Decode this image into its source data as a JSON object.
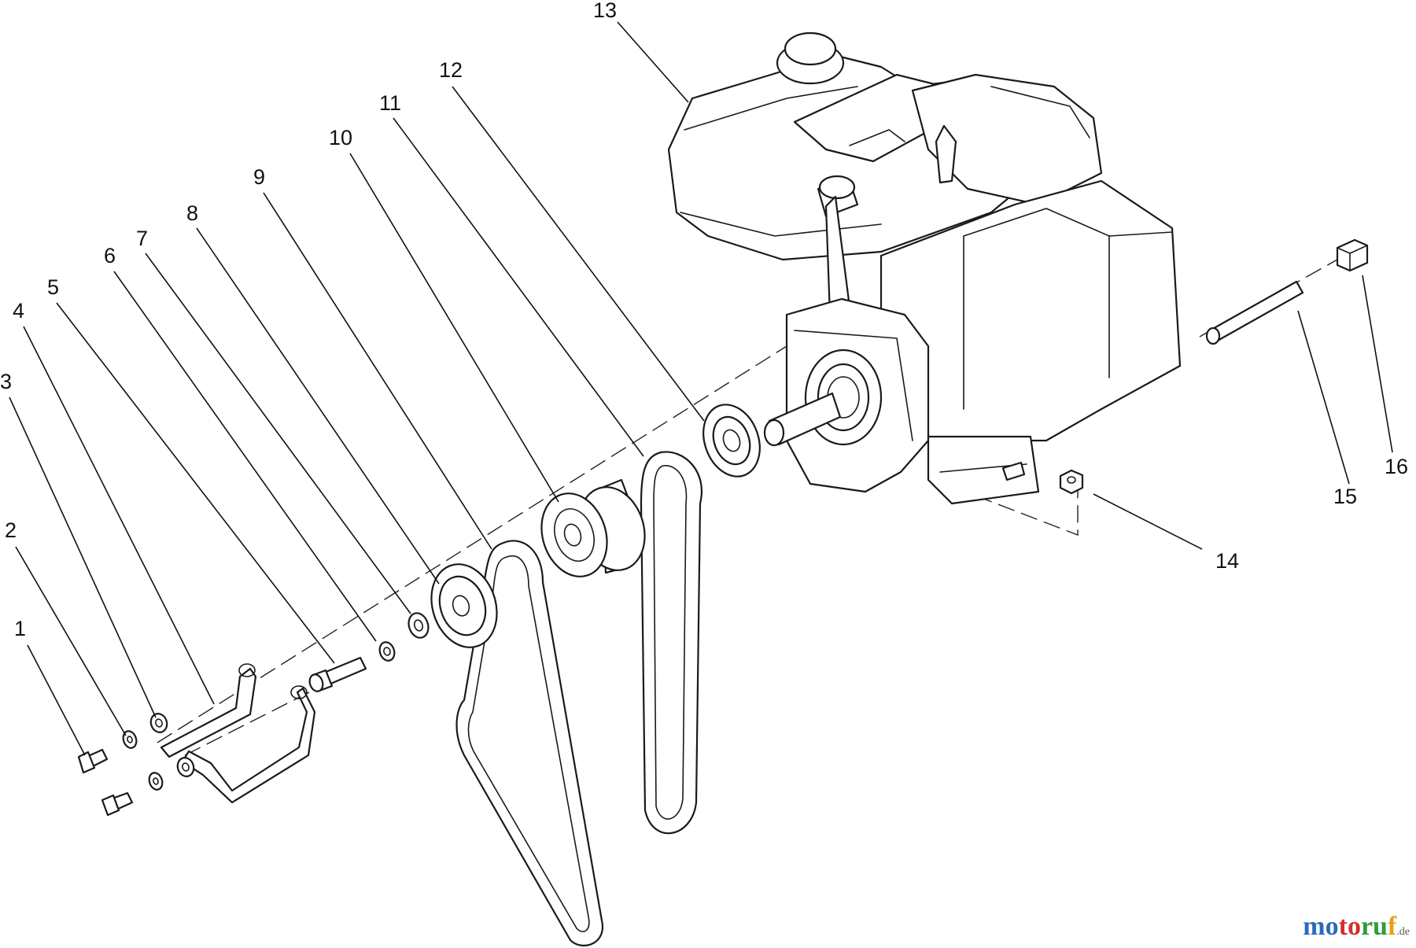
{
  "diagram": {
    "callouts": [
      {
        "label": "1"
      },
      {
        "label": "2"
      },
      {
        "label": "3"
      },
      {
        "label": "4"
      },
      {
        "label": "5"
      },
      {
        "label": "6"
      },
      {
        "label": "7"
      },
      {
        "label": "8"
      },
      {
        "label": "9"
      },
      {
        "label": "10"
      },
      {
        "label": "11"
      },
      {
        "label": "12"
      },
      {
        "label": "13"
      },
      {
        "label": "14"
      },
      {
        "label": "15"
      },
      {
        "label": "16"
      }
    ]
  },
  "watermark": {
    "part1": "mo",
    "part2": "to",
    "part3": "ru",
    "part4": "f",
    "tld": ".de",
    "colors": {
      "blue": "#2b6cb8",
      "red": "#d12f2f",
      "green": "#2e9b3e",
      "orange": "#e3a21a"
    }
  }
}
